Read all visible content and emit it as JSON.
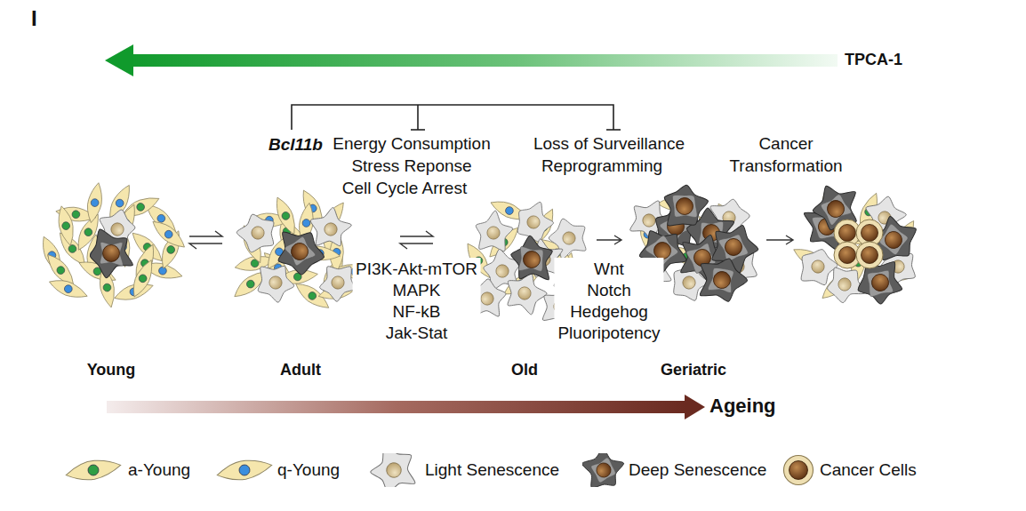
{
  "diagram": {
    "nodes": [
      {
        "text": [
          "Young"
        ]
      },
      {
        "text": [
          "Adult"
        ]
      },
      {
        "text": [
          "Old"
        ]
      },
      {
        "text": [
          "Geriatric"
        ]
      }
    ],
    "edges": [
      {
        "from": 0,
        "to": 1,
        "arrow": "both"
      },
      {
        "from": 1,
        "to": 2,
        "arrow": "both",
        "label": "PI3K-Akt-mTOR MAPK NF-kB Jak-Stat"
      },
      {
        "from": 2,
        "to": 3,
        "arrow": "to",
        "label": "Wnt Notch Hedgehog Pluoripotency"
      }
    ],
    "labels": [
      "I",
      "TPCA-1",
      "Bcl11b",
      "Energy Consumption",
      "Stress Reponse",
      "Cell Cycle Arrest",
      "Loss of Surveillance",
      "Reprogramming",
      "Cancer Transformation",
      "Ageing"
    ],
    "legend": [
      {
        "text": "a-Young"
      },
      {
        "text": "q-Young"
      },
      {
        "text": "Light Senescence"
      },
      {
        "text": "Deep Senescence"
      },
      {
        "text": "Cancer Cells"
      }
    ]
  }
}
